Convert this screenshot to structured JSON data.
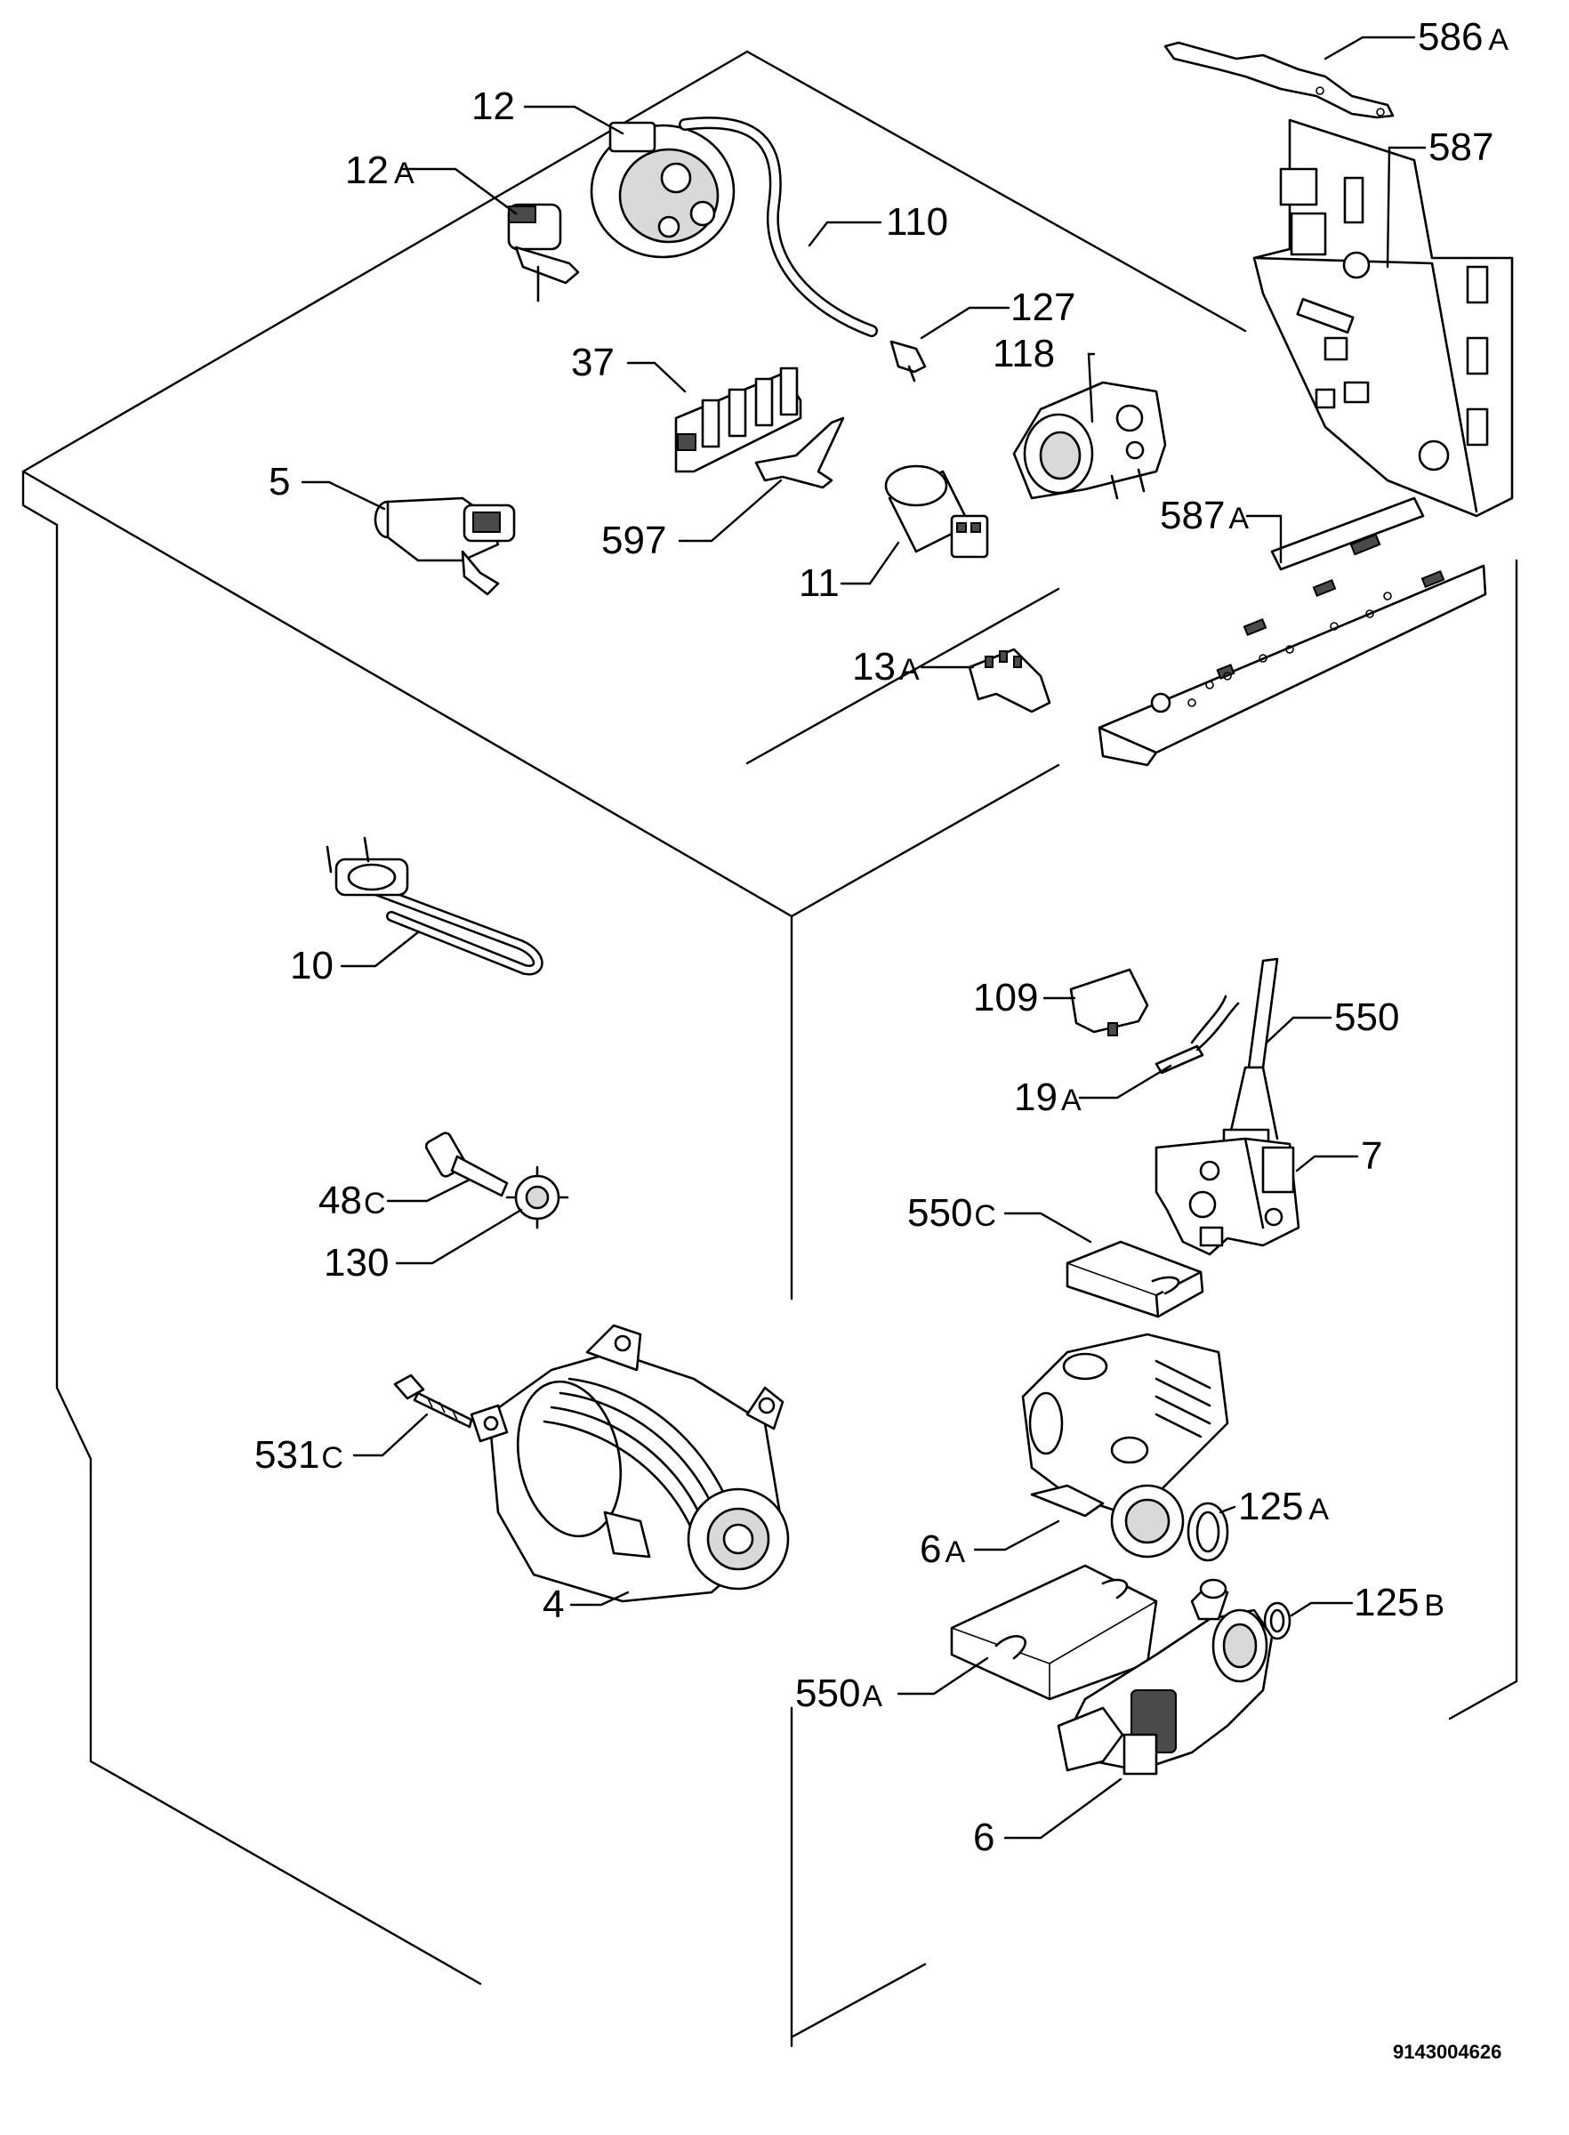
{
  "parts": [
    {
      "id": "586a",
      "num": "586",
      "suffix": "A"
    },
    {
      "id": "587",
      "num": "587",
      "suffix": ""
    },
    {
      "id": "12",
      "num": "12",
      "suffix": ""
    },
    {
      "id": "12a",
      "num": "12",
      "suffix": "A"
    },
    {
      "id": "110",
      "num": "110",
      "suffix": ""
    },
    {
      "id": "127",
      "num": "127",
      "suffix": ""
    },
    {
      "id": "118",
      "num": "118",
      "suffix": ""
    },
    {
      "id": "37",
      "num": "37",
      "suffix": ""
    },
    {
      "id": "5",
      "num": "5",
      "suffix": ""
    },
    {
      "id": "597",
      "num": "597",
      "suffix": ""
    },
    {
      "id": "587a",
      "num": "587",
      "suffix": "A"
    },
    {
      "id": "11",
      "num": "11",
      "suffix": ""
    },
    {
      "id": "13a",
      "num": "13",
      "suffix": "A"
    },
    {
      "id": "10",
      "num": "10",
      "suffix": ""
    },
    {
      "id": "109",
      "num": "109",
      "suffix": ""
    },
    {
      "id": "550",
      "num": "550",
      "suffix": ""
    },
    {
      "id": "19a",
      "num": "19",
      "suffix": "A"
    },
    {
      "id": "7",
      "num": "7",
      "suffix": ""
    },
    {
      "id": "48c",
      "num": "48",
      "suffix": "C"
    },
    {
      "id": "130",
      "num": "130",
      "suffix": ""
    },
    {
      "id": "550c",
      "num": "550",
      "suffix": "C"
    },
    {
      "id": "531c",
      "num": "531",
      "suffix": "C"
    },
    {
      "id": "125a",
      "num": "125",
      "suffix": "A"
    },
    {
      "id": "6a",
      "num": "6",
      "suffix": "A"
    },
    {
      "id": "4",
      "num": "4",
      "suffix": ""
    },
    {
      "id": "125b",
      "num": "125",
      "suffix": "B"
    },
    {
      "id": "550a",
      "num": "550",
      "suffix": "A"
    },
    {
      "id": "6",
      "num": "6",
      "suffix": ""
    }
  ],
  "document_number": "9143004626"
}
